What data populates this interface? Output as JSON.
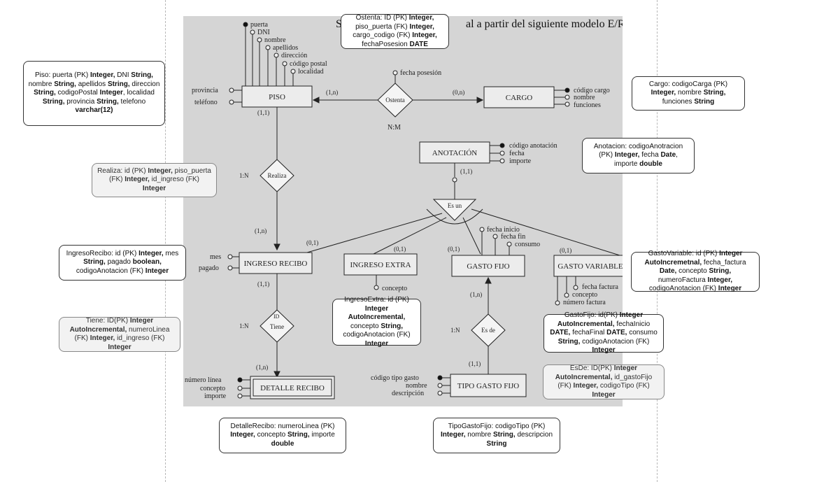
{
  "scan": {
    "title_fragment": "al a partir del siguiente modelo E/R",
    "title_prefix_char": "S",
    "entities": {
      "piso": "PISO",
      "cargo": "CARGO",
      "anotacion": "ANOTACIÓN",
      "ingreso_recibo": "INGRESO RECIBO",
      "ingreso_extra": "INGRESO EXTRA",
      "gasto_fijo": "GASTO FIJO",
      "gasto_variable": "GASTO VARIABLE",
      "detalle_recibo": "DETALLE RECIBO",
      "tipo_gasto_fijo": "TIPO GASTO FIJO"
    },
    "relations": {
      "ostenta": "Ostenta",
      "realiza": "Realiza",
      "es_un": "Es un",
      "tiene": "Tiene",
      "es_de": "Es de"
    },
    "piso_attrs": {
      "puerta": "puerta",
      "dni": "DNI",
      "nombre": "nombre",
      "apellidos": "apellidos",
      "direccion": "dirección",
      "codigo_postal": "código postal",
      "localidad": "localidad",
      "provincia": "provincia",
      "telefono": "teléfono"
    },
    "ostenta_attr": "fecha posesión",
    "cargo_attrs": {
      "codigo": "código cargo",
      "nombre": "nombre",
      "funciones": "funciones"
    },
    "anotacion_attrs": {
      "codigo": "código anotación",
      "fecha": "fecha",
      "importe": "importe"
    },
    "ingreso_recibo_attrs": {
      "mes": "mes",
      "pagado": "pagado"
    },
    "ingreso_extra_attr": "concepto",
    "gasto_fijo_attrs": {
      "fecha_inicio": "fecha inicio",
      "fecha_fin": "fecha fin",
      "consumo": "consumo"
    },
    "gasto_variable_attrs": {
      "fecha_factura": "fecha factura",
      "concepto": "concepto",
      "numero_factura": "número factura"
    },
    "detalle_attrs": {
      "numero_linea": "número línea",
      "concepto": "concepto",
      "importe": "importe"
    },
    "tipo_gasto_attrs": {
      "codigo": "código tipo gasto",
      "nombre": "nombre",
      "descripcion": "descripción"
    },
    "tiene_attr": "ID",
    "cardinalities": {
      "piso_ostenta": "(1,n)",
      "ostenta_cargo": "(0,n)",
      "nm": "N:M",
      "piso_realiza": "(1,1)",
      "realiza_type": "1:N",
      "realiza_ingreso": "(1,n)",
      "anotacion_esun": "(1,1)",
      "esun_ingreso_recibo": "(0,1)",
      "esun_ingreso_extra": "(0,1)",
      "esun_gasto_fijo": "(0,1)",
      "esun_gasto_variable": "(0,1)",
      "ingreso_tiene": "(1,1)",
      "tiene_type": "1:N",
      "tiene_detalle": "(1,n)",
      "gastofijo_esde": "(1,n)",
      "esde_type": "1:N",
      "esde_tipo": "(1,1)"
    }
  },
  "notes": {
    "ostenta": [
      {
        "t": "Ostenta: ID (PK) "
      },
      {
        "t": "Integer,",
        "b": true
      },
      {
        "t": " piso_puerta (FK) "
      },
      {
        "t": "Integer,",
        "b": true
      },
      {
        "t": " cargo_codigo (FK) "
      },
      {
        "t": "Integer,",
        "b": true
      },
      {
        "t": " fechaPosesion "
      },
      {
        "t": "DATE",
        "b": true
      }
    ],
    "piso": [
      {
        "t": "Piso: puerta (PK) "
      },
      {
        "t": "Integer,",
        "b": true
      },
      {
        "t": " DNI "
      },
      {
        "t": "String,",
        "b": true
      },
      {
        "t": " nombre "
      },
      {
        "t": "String,",
        "b": true
      },
      {
        "t": " apellidos "
      },
      {
        "t": "String,",
        "b": true
      },
      {
        "t": " direccion "
      },
      {
        "t": "String,",
        "b": true
      },
      {
        "t": " codigoPostal "
      },
      {
        "t": "Integer",
        "b": true
      },
      {
        "t": ", localidad "
      },
      {
        "t": "String,",
        "b": true
      },
      {
        "t": " provincia "
      },
      {
        "t": "String,",
        "b": true
      },
      {
        "t": " telefono "
      },
      {
        "t": "varchar(12)",
        "b": true
      }
    ],
    "cargo": [
      {
        "t": "Cargo: codigoCarga (PK) "
      },
      {
        "t": "Integer,",
        "b": true
      },
      {
        "t": " nombre "
      },
      {
        "t": "String,",
        "b": true
      },
      {
        "t": " funciones "
      },
      {
        "t": "String",
        "b": true
      }
    ],
    "anotacion": [
      {
        "t": "Anotacion: codigoAnotracion (PK) "
      },
      {
        "t": "Integer,",
        "b": true
      },
      {
        "t": " fecha "
      },
      {
        "t": "Date",
        "b": true
      },
      {
        "t": ", importe "
      },
      {
        "t": "double",
        "b": true
      }
    ],
    "realiza": [
      {
        "t": "Realiza: id (PK) "
      },
      {
        "t": "Integer,",
        "b": true
      },
      {
        "t": "  piso_puerta (FK) "
      },
      {
        "t": "Integer,",
        "b": true
      },
      {
        "t": " id_ingreso (FK) "
      },
      {
        "t": "Integer",
        "b": true
      }
    ],
    "ingreso_recibo": [
      {
        "t": "IngresoRecibo: id (PK) "
      },
      {
        "t": "Integer,",
        "b": true
      },
      {
        "t": " mes "
      },
      {
        "t": "String,",
        "b": true
      },
      {
        "t": " pagado "
      },
      {
        "t": "boolean,",
        "b": true
      },
      {
        "t": " codigoAnotacion (FK) "
      },
      {
        "t": "Integer",
        "b": true
      }
    ],
    "gasto_variable": [
      {
        "t": "GastoVariable: id (PK) "
      },
      {
        "t": "Integer AutoIncremetnal,",
        "b": true
      },
      {
        "t": " fecha_factura "
      },
      {
        "t": "Date,",
        "b": true
      },
      {
        "t": " concepto "
      },
      {
        "t": "String,",
        "b": true
      },
      {
        "t": " numeroFactura "
      },
      {
        "t": "Integer,",
        "b": true
      },
      {
        "t": " codigoAnotacion (FK) "
      },
      {
        "t": "Integer",
        "b": true
      }
    ],
    "ingreso_extra": [
      {
        "t": "IngresoExtra: id (PK) "
      },
      {
        "t": "Integer AutoIncremental,",
        "b": true
      },
      {
        "t": " concepto "
      },
      {
        "t": "String,",
        "b": true
      },
      {
        "t": " codigoAnotacion (FK) "
      },
      {
        "t": "Integer",
        "b": true
      }
    ],
    "tiene": [
      {
        "t": "Tiene: ID(PK) "
      },
      {
        "t": "Integer AutoIncremental,",
        "b": true
      },
      {
        "t": " numeroLinea (FK) "
      },
      {
        "t": "Integer,",
        "b": true
      },
      {
        "t": " id_ingreso (FK) "
      },
      {
        "t": "Integer",
        "b": true
      }
    ],
    "gasto_fijo": [
      {
        "t": "GastoFijo: id(PK) "
      },
      {
        "t": "Integer AutoIncremental,",
        "b": true
      },
      {
        "t": " fechaInicio "
      },
      {
        "t": "DATE,",
        "b": true
      },
      {
        "t": " fechaFinal "
      },
      {
        "t": "DATE,",
        "b": true
      },
      {
        "t": " consumo "
      },
      {
        "t": "String,",
        "b": true
      },
      {
        "t": " codigoAnotacion (FK) "
      },
      {
        "t": "Integer",
        "b": true
      }
    ],
    "es_de": [
      {
        "t": "EsDe: ID(PK) "
      },
      {
        "t": "Integer AutoIncremental,",
        "b": true
      },
      {
        "t": " id_gastoFijo (FK) "
      },
      {
        "t": "Integer,",
        "b": true
      },
      {
        "t": " codigoTipo (FK) "
      },
      {
        "t": "Integer",
        "b": true
      }
    ],
    "detalle_recibo": [
      {
        "t": "DetalleRecibo: numeroLinea (PK) "
      },
      {
        "t": "Integer,",
        "b": true
      },
      {
        "t": " concepto "
      },
      {
        "t": "String,",
        "b": true
      },
      {
        "t": " importe "
      },
      {
        "t": "double",
        "b": true
      }
    ],
    "tipo_gasto_fijo": [
      {
        "t": "TipoGastoFijo: codigoTipo (PK) "
      },
      {
        "t": "Integer,",
        "b": true
      },
      {
        "t": " nombre "
      },
      {
        "t": "String,",
        "b": true
      },
      {
        "t": " descripcion "
      },
      {
        "t": "String",
        "b": true
      }
    ]
  }
}
